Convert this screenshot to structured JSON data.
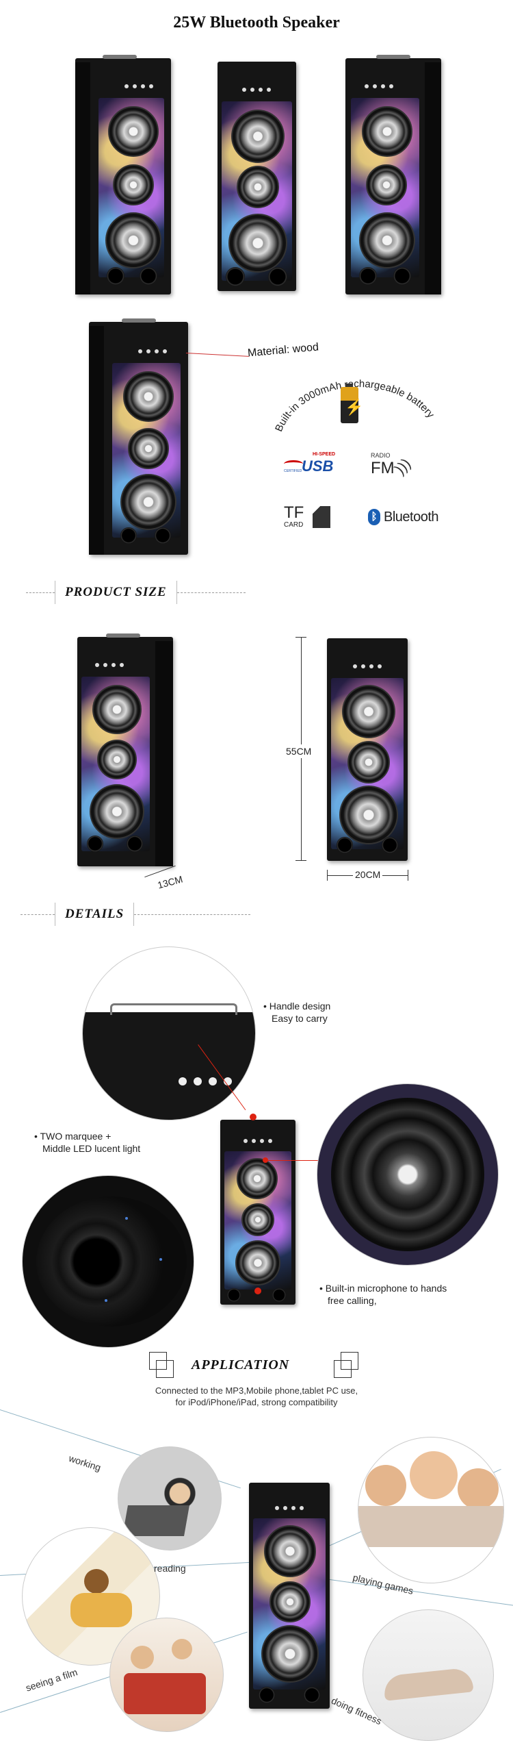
{
  "title": "25W Bluetooth Speaker",
  "features": {
    "material": "Material: wood",
    "battery": "Built-in 3000mAh rechargeable battery",
    "usb": {
      "small": "HI-SPEED",
      "big": "USB",
      "sub": "CERTIFIED"
    },
    "fm": {
      "small": "RADIO",
      "big": "FM"
    },
    "tf": {
      "big": "TF",
      "small": "CARD"
    },
    "bluetooth": "Bluetooth"
  },
  "product_size": {
    "heading": "PRODUCT SIZE",
    "depth": "13CM",
    "height": "55CM",
    "width": "20CM"
  },
  "details": {
    "heading": "DETAILS",
    "handle": [
      "Handle design",
      "Easy to carry"
    ],
    "led": [
      "TWO marquee  +",
      "Middle LED lucent light"
    ],
    "mic": [
      "Built-in microphone to hands",
      "free calling,"
    ]
  },
  "application": {
    "heading": "APPLICATION",
    "desc_line1": "Connected to the MP3,Mobile phone,tablet PC use,",
    "desc_line2": "for iPod/iPhone/iPad, strong compatibility",
    "labels": {
      "working": "working",
      "reading": "reading",
      "film": "seeing a film",
      "games": "playing games",
      "fitness": "doing fitness"
    }
  }
}
